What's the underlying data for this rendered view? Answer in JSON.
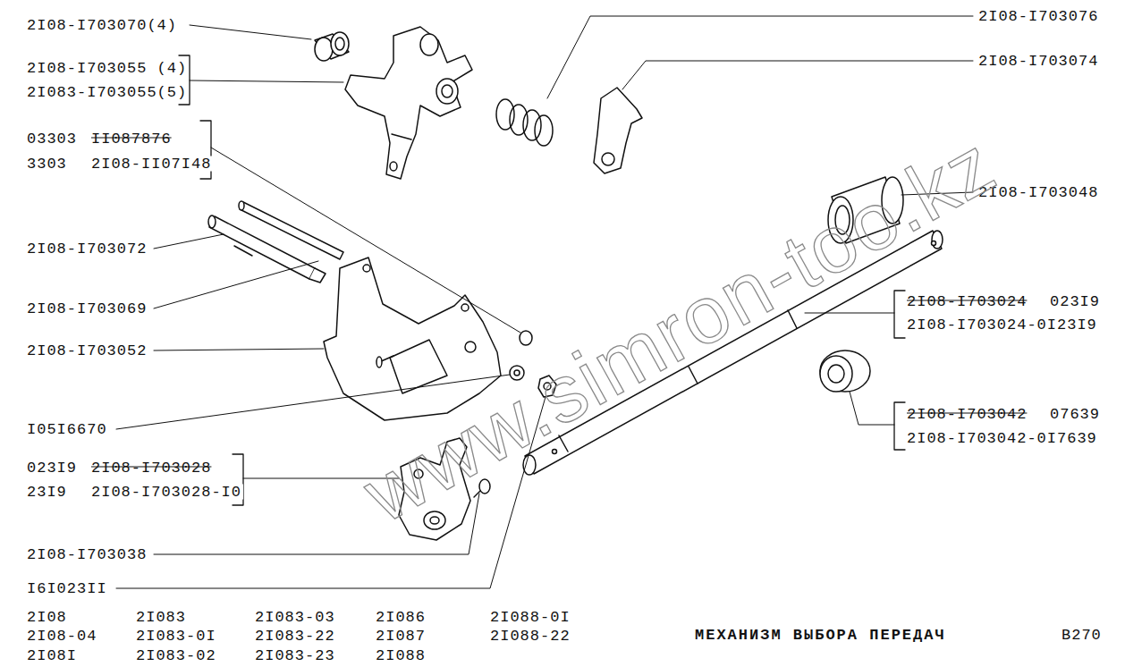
{
  "diagram": {
    "title": "МЕХАНИЗМ ВЫБОРА ПЕРЕДАЧ",
    "labels": [
      "2I08-I703070(4)",
      "2I08-I703055 (4)",
      "2I083-I703055(5)",
      "03303",
      "II087876",
      "3303",
      "2I08-II07I48",
      "2I08-I703072",
      "2I08-I703069",
      "2I08-I703052",
      "I05I6670",
      "023I9",
      "2I08-I703028",
      "23I9",
      "2I08-I703028-I0",
      "2I08-I703038",
      "I6I023II",
      "2I08-I703076",
      "2I08-I703074",
      "2I08-I703048",
      "2I08-I703024",
      "023I9",
      "2I08-I703024-0I",
      "23I9",
      "2I08-I703042",
      "07639",
      "2I08-I703042-0I",
      "7639",
      "2I08",
      "2I08-04",
      "2I08I",
      "2I083",
      "2I083-0I",
      "2I083-02",
      "2I083-03",
      "2I083-22",
      "2I083-23",
      "2I086",
      "2I087",
      "2I088",
      "2I088-0I",
      "2I088-22",
      "B270",
      "www.simron-too.kz"
    ]
  }
}
